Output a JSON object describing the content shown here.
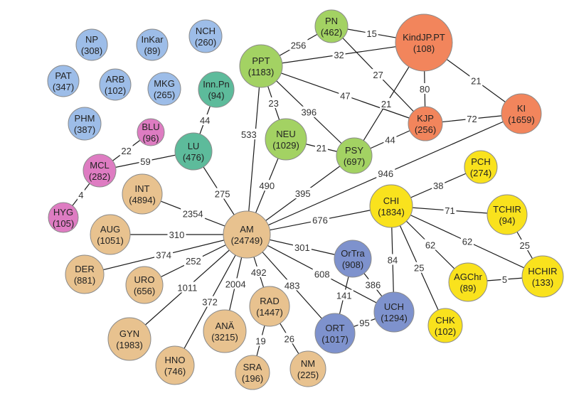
{
  "colors": {
    "blue": "#9dbde8",
    "teal": "#5dbb9b",
    "pink": "#de7cc2",
    "tan": "#e8c28f",
    "green": "#a3d263",
    "orange": "#f2855c",
    "yellow": "#f9e21d",
    "slate": "#7e92cd"
  },
  "nodes": [
    {
      "id": "NP",
      "label": "NP",
      "count": "(308)",
      "group": "blue"
    },
    {
      "id": "InKar",
      "label": "InKar",
      "count": "(89)",
      "group": "blue"
    },
    {
      "id": "NCH",
      "label": "NCH",
      "count": "(260)",
      "group": "blue"
    },
    {
      "id": "PAT",
      "label": "PAT",
      "count": "(347)",
      "group": "blue"
    },
    {
      "id": "ARB",
      "label": "ARB",
      "count": "(102)",
      "group": "blue"
    },
    {
      "id": "MKG",
      "label": "MKG",
      "count": "(265)",
      "group": "blue"
    },
    {
      "id": "PHM",
      "label": "PHM",
      "count": "(387)",
      "group": "blue"
    },
    {
      "id": "InnPn",
      "label": "Inn.Pn",
      "count": "(94)",
      "group": "teal"
    },
    {
      "id": "LU",
      "label": "LU",
      "count": "(476)",
      "group": "teal"
    },
    {
      "id": "BLU",
      "label": "BLU",
      "count": "(96)",
      "group": "pink"
    },
    {
      "id": "MCL",
      "label": "MCL",
      "count": "(282)",
      "group": "pink"
    },
    {
      "id": "HYG",
      "label": "HYG",
      "count": "(105)",
      "group": "pink"
    },
    {
      "id": "INT",
      "label": "INT",
      "count": "(4894)",
      "group": "tan"
    },
    {
      "id": "AUG",
      "label": "AUG",
      "count": "(1051)",
      "group": "tan"
    },
    {
      "id": "AM",
      "label": "AM",
      "count": "(24749)",
      "group": "tan"
    },
    {
      "id": "DER",
      "label": "DER",
      "count": "(881)",
      "group": "tan"
    },
    {
      "id": "URO",
      "label": "URO",
      "count": "(656)",
      "group": "tan"
    },
    {
      "id": "GYN",
      "label": "GYN",
      "count": "(1983)",
      "group": "tan"
    },
    {
      "id": "HNO",
      "label": "HNO",
      "count": "(746)",
      "group": "tan"
    },
    {
      "id": "ANA",
      "label": "ANÄ",
      "count": "(3215)",
      "group": "tan"
    },
    {
      "id": "RAD",
      "label": "RAD",
      "count": "(1447)",
      "group": "tan"
    },
    {
      "id": "SRA",
      "label": "SRA",
      "count": "(196)",
      "group": "tan"
    },
    {
      "id": "NM",
      "label": "NM",
      "count": "(225)",
      "group": "tan"
    },
    {
      "id": "PN",
      "label": "PN",
      "count": "(462)",
      "group": "green"
    },
    {
      "id": "PPT",
      "label": "PPT",
      "count": "(1183)",
      "group": "green"
    },
    {
      "id": "NEU",
      "label": "NEU",
      "count": "(1029)",
      "group": "green"
    },
    {
      "id": "PSY",
      "label": "PSY",
      "count": "(697)",
      "group": "green"
    },
    {
      "id": "KindJP",
      "label": "KindJP.PT",
      "count": "(108)",
      "group": "orange"
    },
    {
      "id": "KJP",
      "label": "KJP",
      "count": "(256)",
      "group": "orange"
    },
    {
      "id": "KI",
      "label": "KI",
      "count": "(1659)",
      "group": "orange"
    },
    {
      "id": "CHI",
      "label": "CHI",
      "count": "(1834)",
      "group": "yellow"
    },
    {
      "id": "PCH",
      "label": "PCH",
      "count": "(274)",
      "group": "yellow"
    },
    {
      "id": "TCHIR",
      "label": "TCHIR",
      "count": "(94)",
      "group": "yellow"
    },
    {
      "id": "HCHIR",
      "label": "HCHIR",
      "count": "(133)",
      "group": "yellow"
    },
    {
      "id": "AGChr",
      "label": "AGChr",
      "count": "(89)",
      "group": "yellow"
    },
    {
      "id": "CHK",
      "label": "CHK",
      "count": "(102)",
      "group": "yellow"
    },
    {
      "id": "OrTra",
      "label": "OrTra",
      "count": "(908)",
      "group": "slate"
    },
    {
      "id": "UCH",
      "label": "UCH",
      "count": "(1294)",
      "group": "slate"
    },
    {
      "id": "ORT",
      "label": "ORT",
      "count": "(1017)",
      "group": "slate"
    }
  ],
  "edges": [
    {
      "from": "InnPn",
      "to": "LU",
      "weight": "44"
    },
    {
      "from": "BLU",
      "to": "MCL",
      "weight": "22"
    },
    {
      "from": "MCL",
      "to": "HYG",
      "weight": "4"
    },
    {
      "from": "MCL",
      "to": "LU",
      "weight": "59"
    },
    {
      "from": "LU",
      "to": "AM",
      "weight": "275"
    },
    {
      "from": "INT",
      "to": "AM",
      "weight": "2354"
    },
    {
      "from": "AUG",
      "to": "AM",
      "weight": "310"
    },
    {
      "from": "DER",
      "to": "AM",
      "weight": "374"
    },
    {
      "from": "URO",
      "to": "AM",
      "weight": "252"
    },
    {
      "from": "GYN",
      "to": "AM",
      "weight": "1011"
    },
    {
      "from": "HNO",
      "to": "AM",
      "weight": "372"
    },
    {
      "from": "ANA",
      "to": "AM",
      "weight": "2004"
    },
    {
      "from": "RAD",
      "to": "AM",
      "weight": "492"
    },
    {
      "from": "RAD",
      "to": "SRA",
      "weight": "19"
    },
    {
      "from": "RAD",
      "to": "NM",
      "weight": "26"
    },
    {
      "from": "ORT",
      "to": "AM",
      "weight": "483"
    },
    {
      "from": "UCH",
      "to": "AM",
      "weight": "608"
    },
    {
      "from": "OrTra",
      "to": "AM",
      "weight": "301"
    },
    {
      "from": "OrTra",
      "to": "UCH",
      "weight": "386"
    },
    {
      "from": "OrTra",
      "to": "ORT",
      "weight": "141"
    },
    {
      "from": "ORT",
      "to": "UCH",
      "weight": "95"
    },
    {
      "from": "CHI",
      "to": "AM",
      "weight": "676"
    },
    {
      "from": "PSY",
      "to": "AM",
      "weight": "395"
    },
    {
      "from": "NEU",
      "to": "AM",
      "weight": "490"
    },
    {
      "from": "PPT",
      "to": "AM",
      "weight": "533"
    },
    {
      "from": "KI",
      "to": "AM",
      "weight": "946"
    },
    {
      "from": "PPT",
      "to": "PN",
      "weight": "256"
    },
    {
      "from": "PPT",
      "to": "KindJP",
      "weight": "32"
    },
    {
      "from": "PN",
      "to": "KindJP",
      "weight": "15"
    },
    {
      "from": "PN",
      "to": "KJP",
      "weight": "27"
    },
    {
      "from": "PPT",
      "to": "KJP",
      "weight": "47"
    },
    {
      "from": "PPT",
      "to": "NEU",
      "weight": "23"
    },
    {
      "from": "PPT",
      "to": "PSY",
      "weight": "396"
    },
    {
      "from": "NEU",
      "to": "PSY",
      "weight": "21"
    },
    {
      "from": "PSY",
      "to": "KindJP",
      "weight": "21"
    },
    {
      "from": "PSY",
      "to": "KJP",
      "weight": "44"
    },
    {
      "from": "KindJP",
      "to": "KJP",
      "weight": "80"
    },
    {
      "from": "KindJP",
      "to": "KI",
      "weight": "21"
    },
    {
      "from": "KJP",
      "to": "KI",
      "weight": "72"
    },
    {
      "from": "CHI",
      "to": "PCH",
      "weight": "38"
    },
    {
      "from": "CHI",
      "to": "TCHIR",
      "weight": "71"
    },
    {
      "from": "CHI",
      "to": "HCHIR",
      "weight": "62"
    },
    {
      "from": "CHI",
      "to": "AGChr",
      "weight": "62"
    },
    {
      "from": "CHI",
      "to": "UCH",
      "weight": "84"
    },
    {
      "from": "CHI",
      "to": "CHK",
      "weight": "25"
    },
    {
      "from": "TCHIR",
      "to": "HCHIR",
      "weight": "25"
    },
    {
      "from": "AGChr",
      "to": "HCHIR",
      "weight": "5"
    }
  ]
}
